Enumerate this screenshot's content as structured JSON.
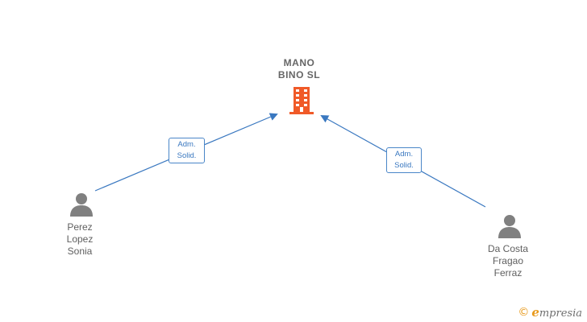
{
  "company": {
    "name_line1": "MANO",
    "name_line2": "BINO  SL",
    "icon": "building-icon",
    "icon_color": "#f05a28"
  },
  "people": [
    {
      "name_line1": "Perez",
      "name_line2": "Lopez",
      "name_line3": "Sonia",
      "icon": "person-icon",
      "role_line1": "Adm.",
      "role_line2": "Solid."
    },
    {
      "name_line1": "Da Costa",
      "name_line2": "Fragao",
      "name_line3": "Ferraz",
      "icon": "person-icon",
      "role_line1": "Adm.",
      "role_line2": "Solid."
    }
  ],
  "colors": {
    "connector": "#3a78c0",
    "person": "#808080",
    "text": "#666666"
  },
  "brand": {
    "copyright_symbol": "©",
    "initial": "e",
    "name": "mpresia"
  }
}
